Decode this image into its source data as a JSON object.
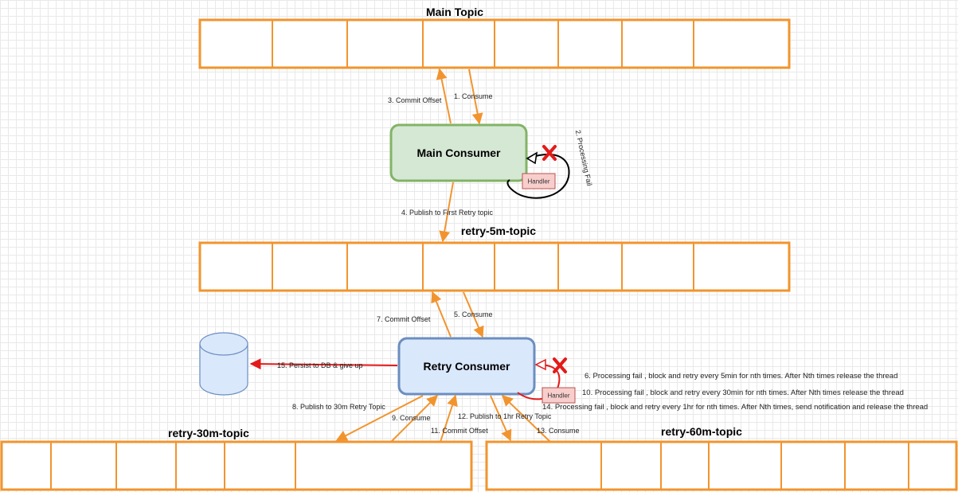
{
  "topics": {
    "main": "Main Topic",
    "retry5": "retry-5m-topic",
    "retry30": "retry-30m-topic",
    "retry60": "retry-60m-topic"
  },
  "nodes": {
    "main_consumer": "Main Consumer",
    "retry_consumer": "Retry Consumer",
    "handler": "Handler"
  },
  "edges": {
    "e1": "1. Consume",
    "e2": "2. Processing Fail",
    "e3": "3. Commit Offset",
    "e4": "4. Publish to First Retry topic",
    "e5": "5. Consume",
    "e6": "6. Processing fail , block and retry every 5min for nth times. After Nth times release the thread",
    "e7": "7. Commit Offset",
    "e8": "8. Publish to  30m Retry Topic",
    "e9": "9. Consume",
    "e10": "10. Processing fail , block and retry every 30min for nth times. After Nth times release the thread",
    "e11": "11. Commit Offset",
    "e12": "12. Publish to 1hr Retry Topic",
    "e13": "13. Consume",
    "e14": "14. Processing fail , block and retry every 1hr for nth times. After Nth times, send notification and release the thread",
    "e15": "15. Persist to DB & give up"
  },
  "colors": {
    "queue_border": "#f2942e",
    "main_consumer_fill": "#d5e8d4",
    "main_consumer_border": "#82b366",
    "retry_consumer_fill": "#dae8fc",
    "retry_consumer_border": "#6c8ebf",
    "handler_fill": "#f8cecc",
    "handler_border": "#b85450",
    "fail_x": "#e31a1a",
    "persist_arrow": "#e31a1a"
  }
}
